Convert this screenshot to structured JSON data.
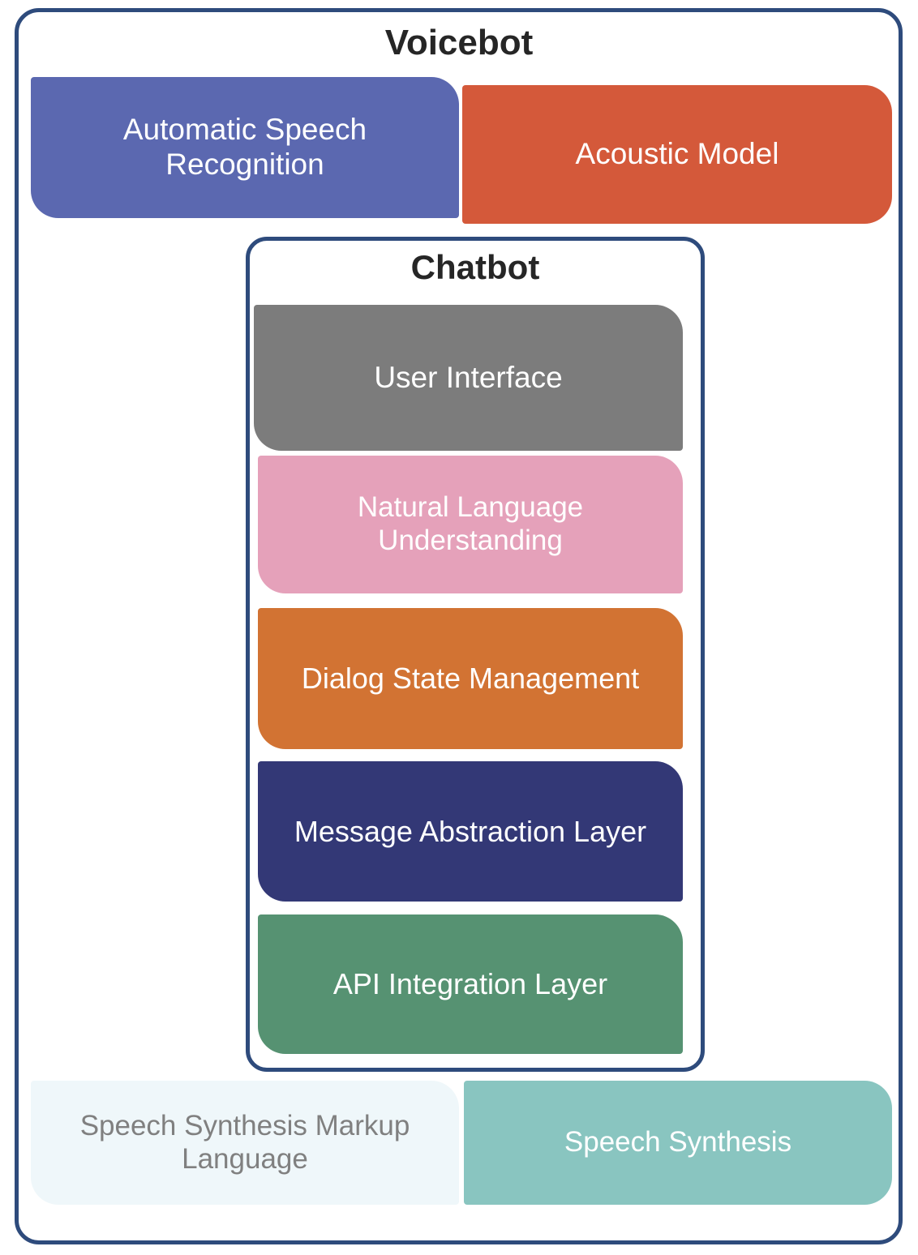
{
  "diagram": {
    "type": "nested-block-architecture",
    "outer": {
      "title": "Voicebot",
      "border_color": "#2E4B7C"
    },
    "inner": {
      "title": "Chatbot",
      "border_color": "#2E4B7C"
    },
    "blocks": {
      "asr": {
        "label": "Automatic Speech Recognition",
        "color": "#5B68B0",
        "text_color": "#FFFFFF"
      },
      "acoustic_model": {
        "label": "Acoustic Model",
        "color": "#D4593A",
        "text_color": "#FFFFFF"
      },
      "user_interface": {
        "label": "User Interface",
        "color": "#7C7C7C",
        "text_color": "#FFFFFF"
      },
      "nlu": {
        "label": "Natural Language Understanding",
        "color": "#E5A1BA",
        "text_color": "#FFFFFF"
      },
      "dialog_state_management": {
        "label": "Dialog State Management",
        "color": "#D27333",
        "text_color": "#FFFFFF"
      },
      "message_abstraction_layer": {
        "label": "Message Abstraction Layer",
        "color": "#333876",
        "text_color": "#FFFFFF"
      },
      "api_integration_layer": {
        "label": "API Integration Layer",
        "color": "#569272",
        "text_color": "#FFFFFF"
      },
      "ssml": {
        "label": "Speech Synthesis Markup Language",
        "color": "#EFF7FA",
        "text_color": "#808080"
      },
      "speech_synthesis": {
        "label": "Speech Synthesis",
        "color": "#89C5C0",
        "text_color": "#FFFFFF"
      }
    }
  }
}
